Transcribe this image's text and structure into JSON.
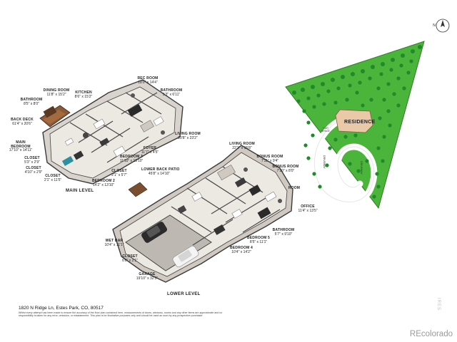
{
  "floor_plan": {
    "address": "1820 N Ridge Ln, Estes Park, CO, 80517",
    "disclaimer": "Whilst every attempt has been made to ensure the accuracy of the floor plan contained here, measurements of doors, windows, rooms and any other items are approximate and no responsibility is taken for any error, omission, or misstatement. This plan is for illustrative purposes only and should be used as such by any prospective purchaser.",
    "levels": {
      "main": "MAIN LEVEL",
      "lower": "LOWER LEVEL"
    },
    "main_rooms": [
      {
        "name": "DINING ROOM",
        "dims": "11'8\" x 15'2\""
      },
      {
        "name": "KITCHEN",
        "dims": "8'6\" x 15'2\""
      },
      {
        "name": "REC ROOM",
        "dims": "18'0\" x 14'4\""
      },
      {
        "name": "BATHROOM",
        "dims": "5'3\" x 6'11\""
      },
      {
        "name": "BATHROOM",
        "dims": "8'5\" x 8'0\""
      },
      {
        "name": "BACK DECK",
        "dims": "61'4\" x 20'6\""
      },
      {
        "name": "MAIN BEDROOM",
        "dims": "17'10\" x 14'11\""
      },
      {
        "name": "CLOSET",
        "dims": "5'3\" x 2'9\""
      },
      {
        "name": "CLOSET",
        "dims": "4'10\" x 2'9\""
      },
      {
        "name": "CLOSET",
        "dims": "2'1\" x 11'5\""
      },
      {
        "name": "LIVING ROOM",
        "dims": "20'8\" x 23'2\""
      },
      {
        "name": "FOYER",
        "dims": "11'7\" x 4'5\""
      },
      {
        "name": "BEDROOM 3",
        "dims": "11'10\" x 13'10\""
      },
      {
        "name": "CLOSET",
        "dims": "2'1\" x 5'7\""
      },
      {
        "name": "BEDROOM 2",
        "dims": "14'2\" x 13'10\""
      }
    ],
    "lower_rooms": [
      {
        "name": "LOWER BACK PATIO",
        "dims": "45'8\" x 14'10\""
      },
      {
        "name": "LIVING ROOM",
        "dims": "22'1\" x 15'8\""
      },
      {
        "name": "BONUS ROOM",
        "dims": "7'11\" x 9'4\""
      },
      {
        "name": "BONUS ROOM",
        "dims": "7'10\" x 8'0\""
      },
      {
        "name": "ROOM",
        "dims": ""
      },
      {
        "name": "OFFICE",
        "dims": "11'4\" x 13'5\""
      },
      {
        "name": "BATHROOM",
        "dims": "5'7\" x 9'10\""
      },
      {
        "name": "BEDROOM 5",
        "dims": "8'5\" x 11'1\""
      },
      {
        "name": "BEDROOM 4",
        "dims": "10'4\" x 14'2\""
      },
      {
        "name": "WET BAR",
        "dims": "10'4\" x 11'1\""
      },
      {
        "name": "CLOSET",
        "dims": "6'0\" x 2'1\""
      },
      {
        "name": "GARAGE",
        "dims": "19'10\" x 32'5\""
      }
    ]
  },
  "site_plan": {
    "residence": "RESIDENCE",
    "car_space": "CAR SPACE",
    "driveway": "DRIVEWAY",
    "compass": "N",
    "colors": {
      "lawn": "#4bb43a",
      "tree": "#1f8a2a",
      "drive": "#ffffff",
      "house": "#e9c9a7"
    }
  },
  "branding": {
    "recolorado": "REcolorado",
    "ire": "IRES"
  },
  "colors": {
    "floor": "#ece8e2",
    "wall": "#3c3c3c",
    "wood": "#8b5a36",
    "dark": "#2c2c2c"
  }
}
